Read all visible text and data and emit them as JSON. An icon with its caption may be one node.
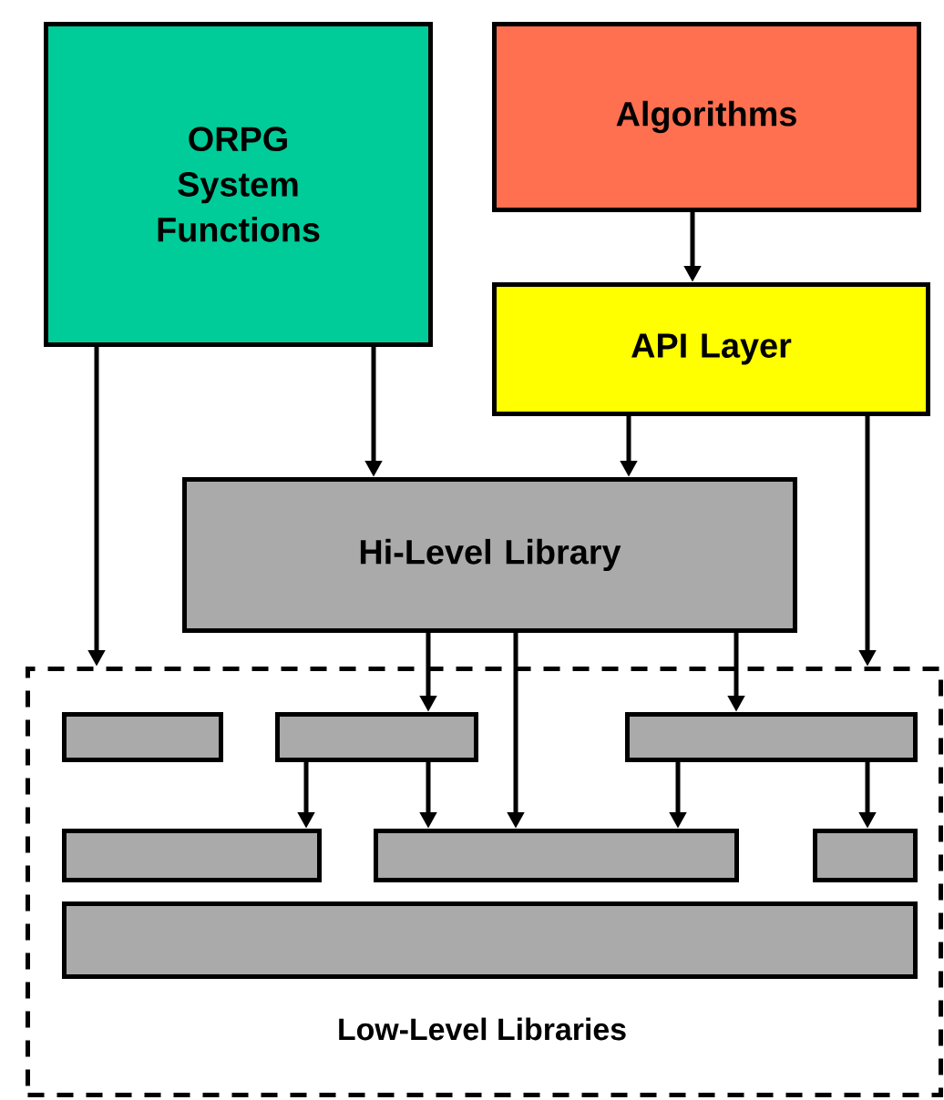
{
  "diagram": {
    "nodes": [
      {
        "text": [
          "ORPG System Functions"
        ]
      },
      {
        "text": [
          "Algorithms"
        ]
      },
      {
        "text": [
          "API Layer"
        ]
      },
      {
        "text": [
          "Hi-Level Library"
        ]
      },
      {
        "text": [
          "Low-Level Libraries"
        ]
      },
      {
        "text": [],
        "shape": "bar",
        "in": 4
      },
      {
        "text": [],
        "shape": "bar",
        "in": 4
      },
      {
        "text": [],
        "shape": "bar",
        "in": 4
      },
      {
        "text": [],
        "shape": "bar",
        "in": 4
      },
      {
        "text": [],
        "shape": "bar",
        "in": 4
      },
      {
        "text": [],
        "shape": "bar",
        "in": 4
      },
      {
        "text": [],
        "shape": "bar",
        "in": 4
      }
    ],
    "edges": [
      {
        "from": 1,
        "to": 2,
        "arrow": "to"
      },
      {
        "from": 0,
        "to": 3,
        "arrow": "to"
      },
      {
        "from": 2,
        "to": 3,
        "arrow": "to"
      },
      {
        "from": 0,
        "to": 4,
        "arrow": "to"
      },
      {
        "from": 2,
        "to": 4,
        "arrow": "to"
      },
      {
        "from": 3,
        "to": 6,
        "arrow": "to"
      },
      {
        "from": 3,
        "to": 9,
        "arrow": "to"
      },
      {
        "from": 3,
        "to": 7,
        "arrow": "to"
      },
      {
        "from": 6,
        "to": 8,
        "arrow": "to"
      },
      {
        "from": 6,
        "to": 9,
        "arrow": "to"
      },
      {
        "from": 7,
        "to": 9,
        "arrow": "to"
      },
      {
        "from": 7,
        "to": 10,
        "arrow": "to"
      }
    ]
  }
}
